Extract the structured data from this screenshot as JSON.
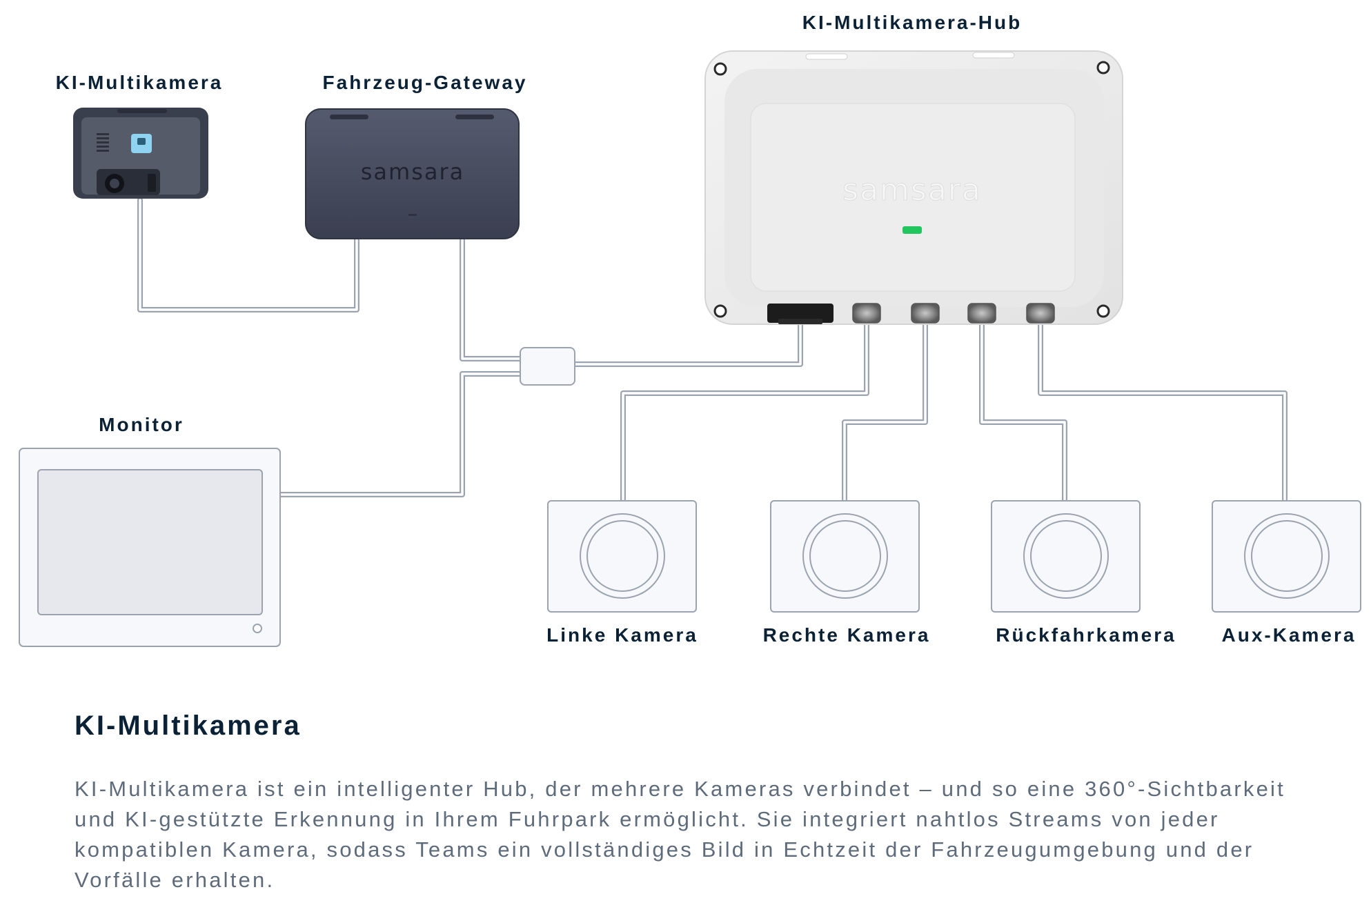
{
  "diagram": {
    "title": "KI-Multikamera-Hub",
    "nodes": {
      "ai_multicam": "KI-Multikamera",
      "gateway": "Fahrzeug-Gateway",
      "hub": "KI-Multikamera-Hub",
      "monitor": "Monitor",
      "left_camera": "Linke Kamera",
      "right_camera": "Rechte Kamera",
      "rear_camera": "Rückfahrkamera",
      "aux_camera": "Aux-Kamera"
    },
    "brand": "samsara",
    "colors": {
      "line": "#9aa3ae",
      "device_dark": "#444a5c",
      "hub_body": "#eeeeee",
      "led": "#22c55e",
      "label": "#0b2236",
      "text": "#5e6b7b"
    },
    "icons": [
      "dashcam-icon",
      "gateway-icon",
      "hub-icon",
      "monitor-icon",
      "camera-icon",
      "splitter-icon"
    ]
  },
  "section": {
    "heading": "KI-Multikamera",
    "description": "KI-Multikamera ist ein intelligenter Hub, der mehrere Kameras verbindet – und so eine 360°-Sichtbarkeit und KI-gestützte Erkennung in Ihrem Fuhrpark ermöglicht. Sie integriert nahtlos Streams von jeder kompatiblen Kamera, sodass Teams ein vollständiges Bild in Echtzeit der Fahrzeugumgebung und der Vorfälle erhalten."
  }
}
